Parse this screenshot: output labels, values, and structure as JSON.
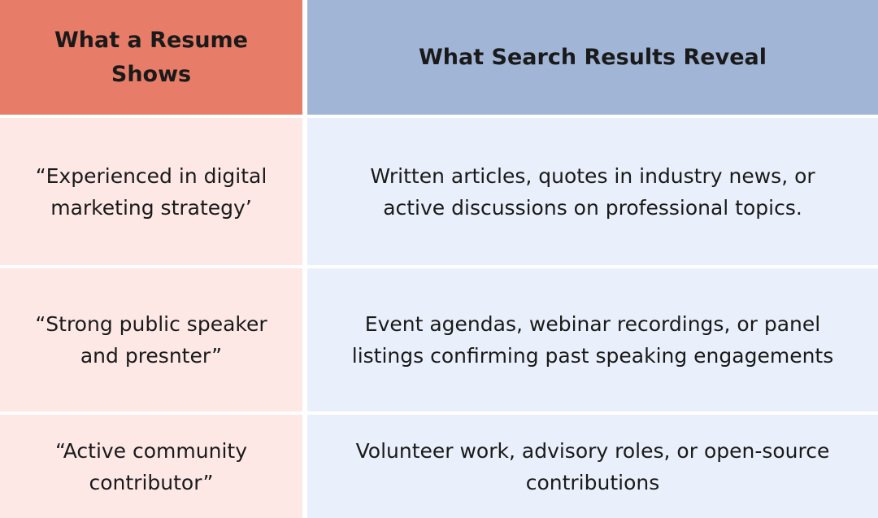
{
  "table": {
    "headers": {
      "left": "What a Resume Shows",
      "right": "What Search Results Reveal"
    },
    "colors": {
      "header_left": "#e77c68",
      "header_right": "#a1b5d6",
      "body_left": "#fde8e6",
      "body_right": "#e9f0fb"
    },
    "rows": [
      {
        "resume": "“Experienced in digital marketing strategy’",
        "search": "Written articles, quotes in industry news, or active discussions on professional topics."
      },
      {
        "resume": "“Strong public speaker and presnter”",
        "search": "Event agendas, webinar recordings, or panel listings confirming past speaking engagements"
      },
      {
        "resume": "“Active community contributor”",
        "search": "Volunteer work, advisory roles, or open-source contributions"
      }
    ]
  }
}
